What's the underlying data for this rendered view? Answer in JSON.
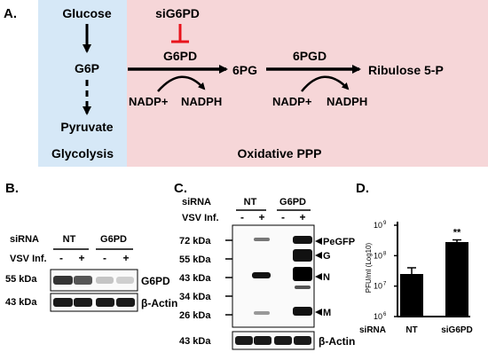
{
  "panelA": {
    "label": "A.",
    "glucose": "Glucose",
    "g6p": "G6P",
    "pyruvate": "Pyruvate",
    "glycolysis": "Glycolysis",
    "sig6pd": "siG6PD",
    "g6pd_enzyme": "G6PD",
    "sixpg": "6PG",
    "sixpgd": "6PGD",
    "ribulose": "Ribulose 5-P",
    "nadp1": "NADP+",
    "nadph1": "NADPH",
    "nadp2": "NADP+",
    "nadph2": "NADPH",
    "oxppp": "Oxidative PPP",
    "colors": {
      "glycolysis_bg": "#d6e8f7",
      "ppp_bg": "#f6d6d8",
      "inhibit": "#e8141c"
    }
  },
  "panelB": {
    "label": "B.",
    "sirna_label": "siRNA",
    "vsv_label": "VSV Inf.",
    "groups": [
      "NT",
      "G6PD"
    ],
    "lanes": [
      "-",
      "+",
      "-",
      "+"
    ],
    "markers": [
      "55 kDa",
      "43 kDa"
    ],
    "blots": [
      "G6PD",
      "β-Actin"
    ]
  },
  "panelC": {
    "label": "C.",
    "sirna_label": "siRNA",
    "vsv_label": "VSV Inf.",
    "groups": [
      "NT",
      "G6PD"
    ],
    "lanes": [
      "-",
      "+",
      "-",
      "+"
    ],
    "markers": [
      "72 kDa",
      "55 kDa",
      "43 kDa",
      "34 kDa",
      "26 kDa",
      "43 kDa"
    ],
    "bands": [
      "PeGFP",
      "G",
      "N",
      "M"
    ],
    "actin": "β-Actin"
  },
  "panelD": {
    "label": "D.",
    "chart_data": {
      "type": "bar",
      "categories": [
        "NT",
        "siG6PD"
      ],
      "values": [
        25000000,
        280000000
      ],
      "errors_upper": [
        40000000,
        330000000
      ],
      "ylabel": "PFU/ml (Log10)",
      "yscale": "log",
      "ylim": [
        1000000,
        1000000000
      ],
      "yticks": [
        "10",
        "10",
        "10",
        "10"
      ],
      "ytick_exponents": [
        "6",
        "7",
        "8",
        "9"
      ],
      "xlabel_prefix": "siRNA",
      "significance": "**",
      "bar_color": "#000000"
    }
  }
}
